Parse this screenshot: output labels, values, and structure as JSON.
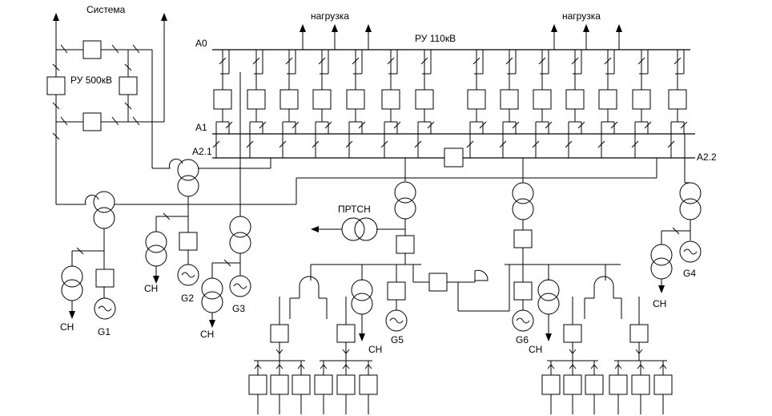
{
  "labels": {
    "system": "Система",
    "ru500": "РУ 500кВ",
    "ru110": "РУ 110кВ",
    "load_left": "нагрузка",
    "load_right": "нагрузка",
    "bus_a0": "А0",
    "bus_a1": "А1",
    "bus_a21": "А2.1",
    "bus_a22": "А2.2",
    "prtsn": "ПРТСН",
    "sn1": "СН",
    "sn2": "СН",
    "sn3": "СН",
    "sn4": "СН",
    "sn5": "СН",
    "sn6": "СН",
    "g1": "G1",
    "g2": "G2",
    "g3": "G3",
    "g4": "G4",
    "g5": "G5",
    "g6": "G6"
  }
}
